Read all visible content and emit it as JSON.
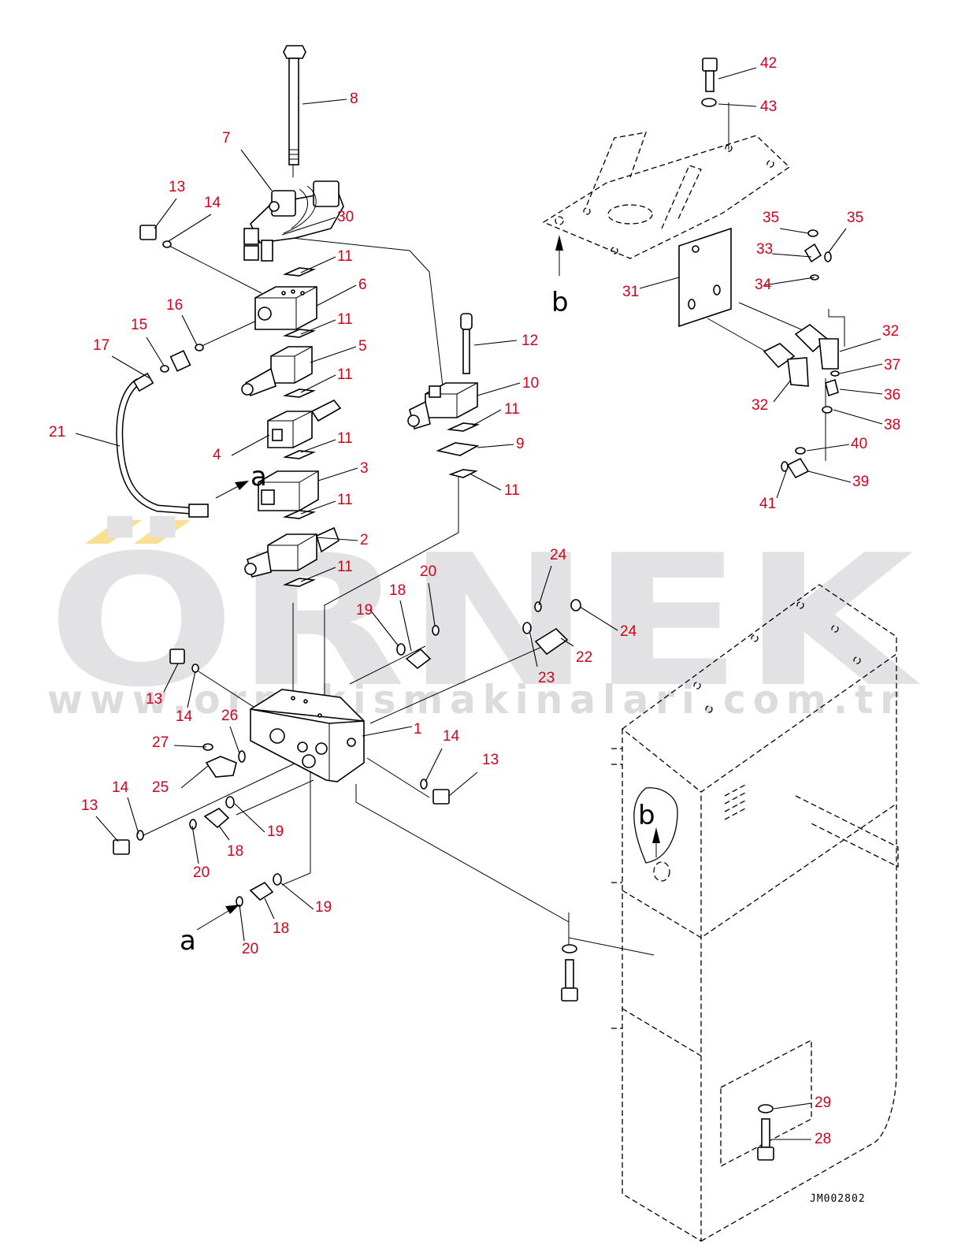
{
  "drawing_ref": "JM002802",
  "watermark": {
    "brand": "ÖRNEK",
    "url": "www.ornekismakinalari.com.tr"
  },
  "view_markers": {
    "a": "a",
    "b": "b"
  },
  "colors": {
    "callout": "#d0021b",
    "line": "#000000",
    "watermark": "#e2e2e4",
    "watermark_accent": "#f7d774"
  },
  "callouts": [
    {
      "n": "42"
    },
    {
      "n": "43"
    },
    {
      "n": "8"
    },
    {
      "n": "7"
    },
    {
      "n": "13"
    },
    {
      "n": "14"
    },
    {
      "n": "30"
    },
    {
      "n": "35"
    },
    {
      "n": "35"
    },
    {
      "n": "33"
    },
    {
      "n": "11"
    },
    {
      "n": "31"
    },
    {
      "n": "34"
    },
    {
      "n": "6"
    },
    {
      "n": "16"
    },
    {
      "n": "11"
    },
    {
      "n": "15"
    },
    {
      "n": "32"
    },
    {
      "n": "12"
    },
    {
      "n": "17"
    },
    {
      "n": "5"
    },
    {
      "n": "37"
    },
    {
      "n": "11"
    },
    {
      "n": "36"
    },
    {
      "n": "10"
    },
    {
      "n": "32"
    },
    {
      "n": "11"
    },
    {
      "n": "38"
    },
    {
      "n": "21"
    },
    {
      "n": "11"
    },
    {
      "n": "9"
    },
    {
      "n": "40"
    },
    {
      "n": "4"
    },
    {
      "n": "3"
    },
    {
      "n": "39"
    },
    {
      "n": "11"
    },
    {
      "n": "41"
    },
    {
      "n": "11"
    },
    {
      "n": "2"
    },
    {
      "n": "24"
    },
    {
      "n": "11"
    },
    {
      "n": "20"
    },
    {
      "n": "18"
    },
    {
      "n": "19"
    },
    {
      "n": "24"
    },
    {
      "n": "22"
    },
    {
      "n": "23"
    },
    {
      "n": "13"
    },
    {
      "n": "14"
    },
    {
      "n": "26"
    },
    {
      "n": "1"
    },
    {
      "n": "14"
    },
    {
      "n": "27"
    },
    {
      "n": "13"
    },
    {
      "n": "25"
    },
    {
      "n": "14"
    },
    {
      "n": "13"
    },
    {
      "n": "19"
    },
    {
      "n": "18"
    },
    {
      "n": "20"
    },
    {
      "n": "19"
    },
    {
      "n": "18"
    },
    {
      "n": "20"
    },
    {
      "n": "29"
    },
    {
      "n": "28"
    }
  ]
}
